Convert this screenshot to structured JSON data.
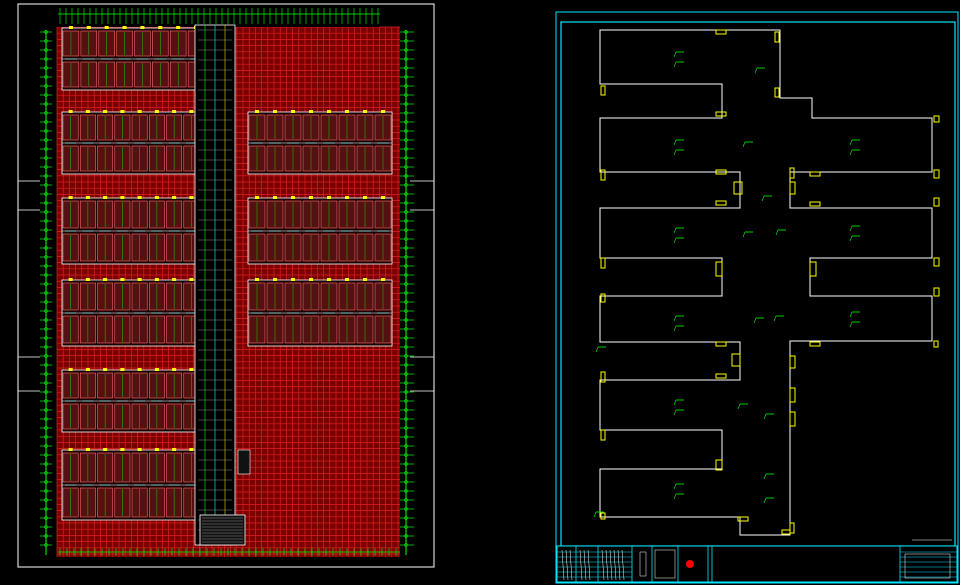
{
  "viewport": {
    "background": "#000000"
  },
  "left_sheet": {
    "title": "",
    "frame_color": "#ffffff",
    "grid_color": "#e02020",
    "wall_color": "#ffffff",
    "dim_color": "#00ff00",
    "cyan_color": "#00ffff",
    "yellow_color": "#ffff00",
    "wing_count": 10,
    "corridor": "central"
  },
  "right_sheet": {
    "title": "",
    "frame_color": "#00e5ff",
    "outline_color": "#ffffff",
    "door_color": "#ffff00",
    "label_color": "#00ff00",
    "title_block_accent": "#ff0000",
    "wing_count": 10
  }
}
